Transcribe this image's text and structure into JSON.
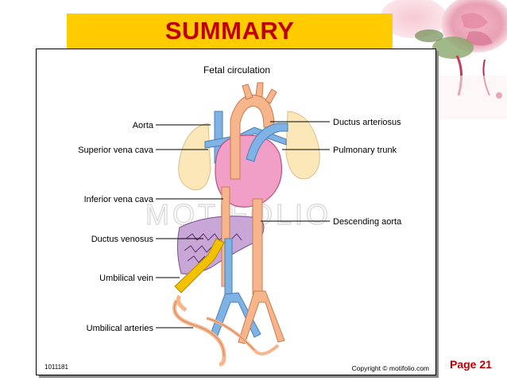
{
  "slide": {
    "title": "SUMMARY",
    "page_label": "Page 21"
  },
  "diagram": {
    "heading": "Fetal circulation",
    "watermark": "MOTIFOLIO",
    "footer_id": "1011181",
    "footer_copyright": "Copyright © motifolio.com",
    "labels_left": [
      "Aorta",
      "Superior vena cava",
      "Inferior vena cava",
      "Ductus venosus",
      "Umbilical vein",
      "Umbilical arteries"
    ],
    "labels_right": [
      "Ductus arteriosus",
      "Pulmonary trunk",
      "Descending aorta"
    ]
  },
  "colors": {
    "title_bar": "#ffcc00",
    "title_text": "#c00000",
    "artery": "#f7b58c",
    "vein": "#7fb2e5",
    "heart": "#f29fc8",
    "lung": "#fbe7b8",
    "umbilical_vein": "#f2c200"
  }
}
